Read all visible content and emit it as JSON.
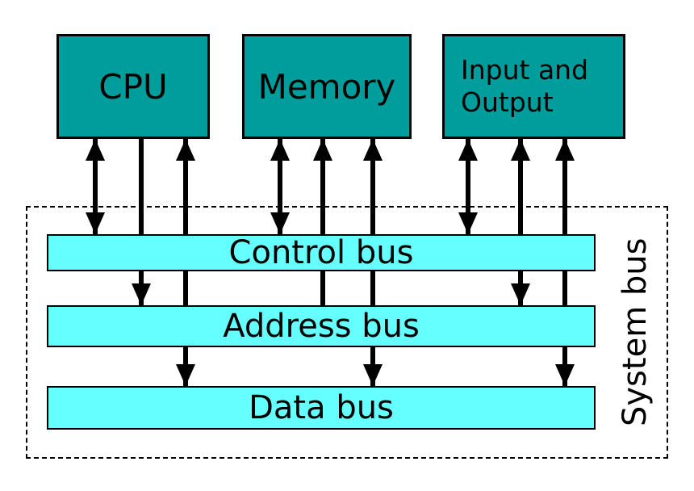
{
  "nodes": {
    "cpu": "CPU",
    "memory": "Memory",
    "io_line1": "Input and",
    "io_line2": "Output"
  },
  "buses": {
    "control": "Control bus",
    "address": "Address bus",
    "data": "Data bus"
  },
  "system_bus_label": "System bus",
  "colors": {
    "node_fill": "#009d9d",
    "bus_fill": "#66ffff",
    "line": "#000000",
    "background": "#ffffff"
  },
  "edges": [
    {
      "from": "cpu",
      "to": "control-bus",
      "direction": "bidirectional"
    },
    {
      "from": "cpu",
      "to": "address-bus",
      "direction": "down"
    },
    {
      "from": "cpu",
      "to": "data-bus",
      "direction": "bidirectional"
    },
    {
      "from": "memory",
      "to": "control-bus",
      "direction": "bidirectional"
    },
    {
      "from": "address-bus",
      "to": "memory",
      "direction": "up"
    },
    {
      "from": "memory",
      "to": "data-bus",
      "direction": "bidirectional"
    },
    {
      "from": "input-output",
      "to": "control-bus",
      "direction": "bidirectional"
    },
    {
      "from": "input-output",
      "to": "address-bus",
      "direction": "bidirectional"
    },
    {
      "from": "input-output",
      "to": "data-bus",
      "direction": "bidirectional"
    }
  ]
}
